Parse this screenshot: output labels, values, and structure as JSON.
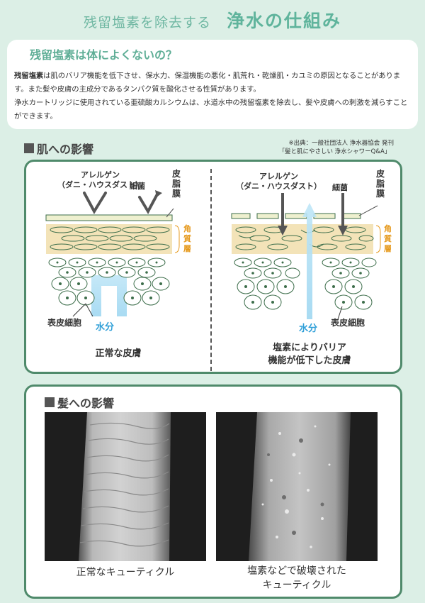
{
  "header": {
    "subtitle": "残留塩素を除去する",
    "title": "浄水の仕組み"
  },
  "intro": {
    "heading": "残留塩素は体によくないの？",
    "p1_bold": "残留塩素",
    "p1_rest": "は肌のバリア機能を低下させ、保水力、保湿機能の悪化・肌荒れ・乾燥肌・カユミの原因となることがあります。また髪や皮膚の主成分であるタンパク質を酸化させる性質があります。",
    "p2": "浄水カートリッジに使用されている亜硫酸カルシウムは、水道水中の残留塩素を除去し、髪や皮膚への刺激を減らすことができます。"
  },
  "skin": {
    "title": "肌への影響",
    "source_line1": "※出典：一般社団法人 浄水器協会 発刊",
    "source_line2": "「髪と肌にやさしい 浄水シャワーQ&A」",
    "left": {
      "allergen_line1": "アレルゲン",
      "allergen_line2": "（ダニ・ハウスダスト）",
      "bacteria": "細菌",
      "sebum": "皮脂膜",
      "stratum": "角質層",
      "epidermal": "表皮細胞",
      "water": "水分",
      "caption": "正常な皮膚"
    },
    "right": {
      "allergen_line1": "アレルゲン",
      "allergen_line2": "（ダニ・ハウスダスト）",
      "bacteria": "細菌",
      "sebum": "皮脂膜",
      "stratum": "角質層",
      "epidermal": "表皮細胞",
      "water": "水分",
      "caption_line1": "塩素によりバリア",
      "caption_line2": "機能が低下した皮膚"
    }
  },
  "hair": {
    "title": "髪への影響",
    "left_caption": "正常なキューティクル",
    "right_caption_line1": "塩素などで破壊された",
    "right_caption_line2": "キューティクル"
  },
  "colors": {
    "accent": "#5fb49c",
    "panel_border": "#4f8a6b",
    "stratum": "#f3e3b8",
    "label_orange": "#e69a1e",
    "water_blue": "#2f9fd8"
  }
}
